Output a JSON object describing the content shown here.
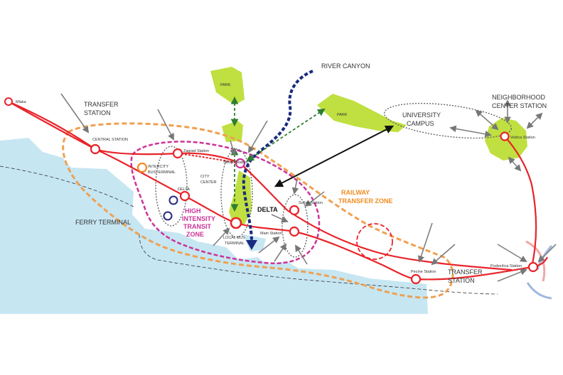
{
  "colors": {
    "sea": "#c6e6f2",
    "park": "#bfe040",
    "rail": "#e8242a",
    "orange_zone": "#f0a050",
    "magenta_zone": "#cc3399",
    "gray_zone": "#666666",
    "river": "#1a2a80",
    "green_arrow": "#2e7d32",
    "intercity": "#f08c1e",
    "ferry_station": "#2a2a80",
    "orange_text": "#f08c1e",
    "magenta_text": "#cc3399"
  },
  "labels": {
    "river_canyon": "RIVER CANYON",
    "park_1": "PARK",
    "park_2": "PARK",
    "transfer_station_1_a": "TRANSFER",
    "transfer_station_1_b": "STATION",
    "transfer_station_2_a": "TRANSFER",
    "transfer_station_2_b": "STATION",
    "neighborhood_a": "NEIGHBORHOOD",
    "neighborhood_b": "CENTER STATION",
    "university_a": "UNIVERSITY",
    "university_b": "CAMPUS",
    "mlaka": "Mlaka",
    "central_station": "CENTRAL STATION",
    "intercity_a": "INTERCITY",
    "intercity_b": "BUSTERMINAL",
    "zagrad": "Zagrad Station",
    "skoljic": "Školjić Station",
    "city_center_a": "CITY",
    "city_center_b": "CENTER",
    "delta_small": "DELTA",
    "delta_big": "DELTA",
    "ferry_terminal": "FERRY TERMINAL",
    "hitz_1": "HIGH",
    "hitz_2": "INTENSITY",
    "hitz_3": "TRANSIT",
    "hitz_4": "ZONE",
    "local_bus_1": "LOCAL BUS",
    "local_bus_2": "TERMINAL",
    "main_station": "Main Station",
    "susak": "Sušak Station",
    "railway_a": "RAILWAY",
    "railway_b": "TRANSFER ZONE",
    "pecine": "Pecine Station",
    "vezica": "Vežica Station",
    "podvezica": "Podvežica Station"
  }
}
